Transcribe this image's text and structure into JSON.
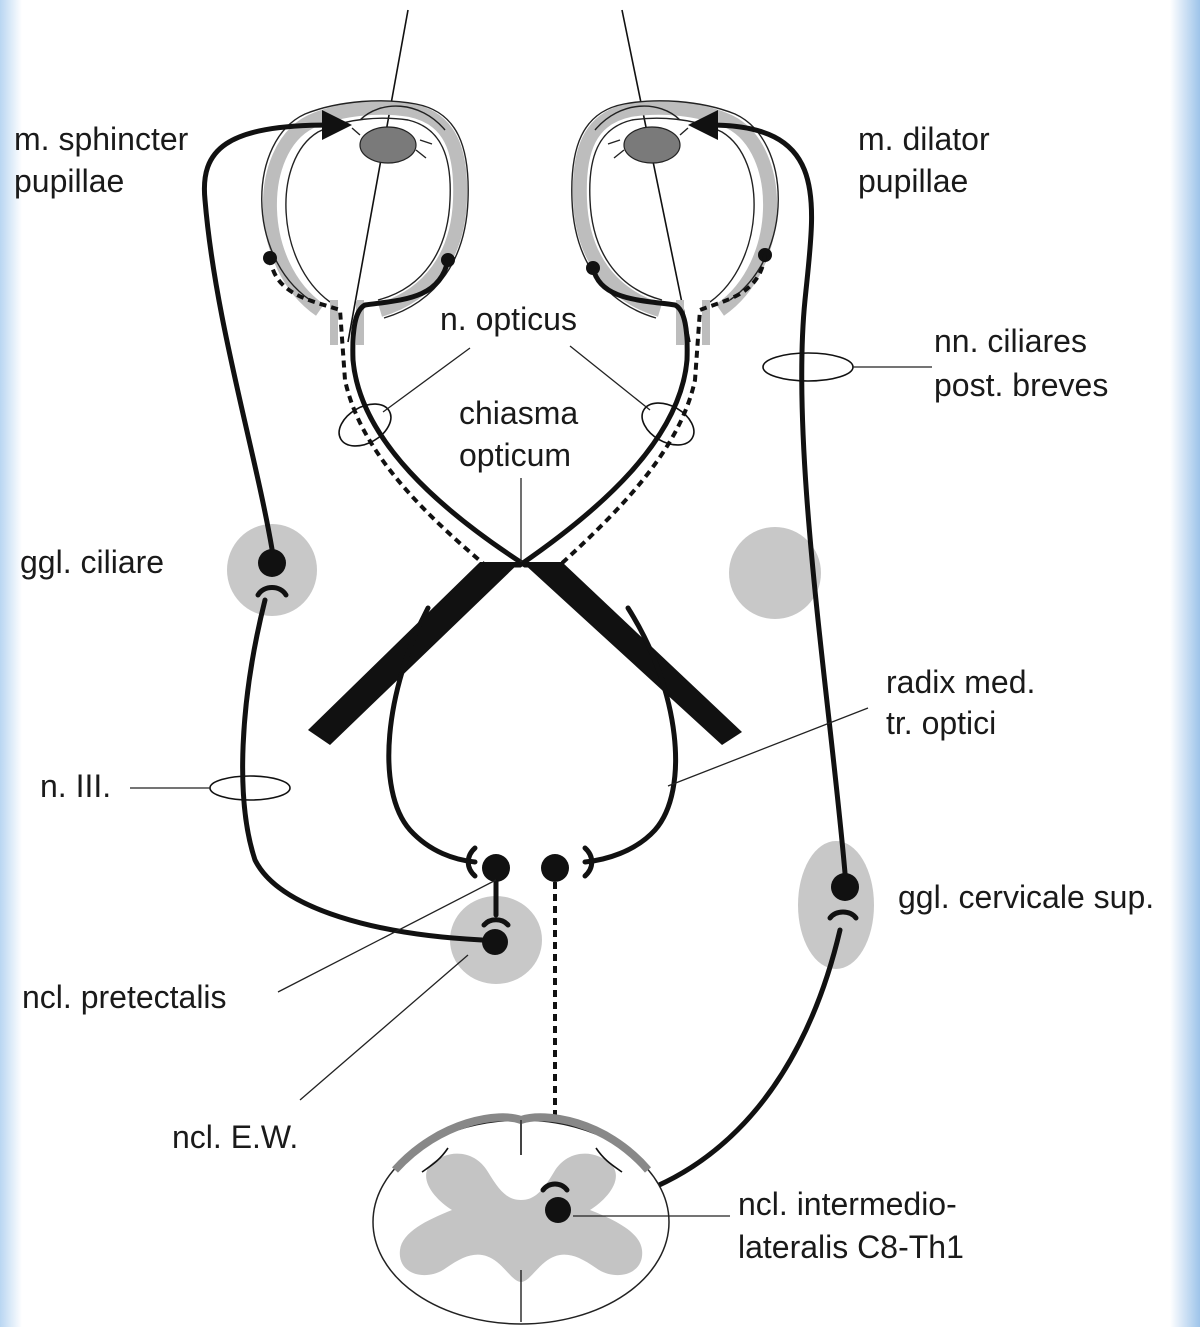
{
  "labels": {
    "sphincter_line1": "m. sphincter",
    "sphincter_line2": "pupillae",
    "dilator_line1": "m. dilator",
    "dilator_line2": "pupillae",
    "opticus": "n. opticus",
    "ciliares_line1": "nn. ciliares",
    "ciliares_line2": "post. breves",
    "chiasma_line1": "chiasma",
    "chiasma_line2": "opticum",
    "ggl_ciliare": "ggl. ciliare",
    "radix_line1": "radix med.",
    "radix_line2": "tr. optici",
    "n_iii": "n. III.",
    "ggl_cervicale": "ggl. cervicale sup.",
    "pretectalis": "ncl. pretectalis",
    "ew": "ncl. E.W.",
    "intermedio_line1": "ncl. intermedio-",
    "intermedio_line2": "lateralis C8-Th1"
  },
  "colors": {
    "nerve": "#111111",
    "nucleus_fill": "#c8c8c8",
    "eye_wall": "#bdbdbd",
    "background_edge": "#9ec4ea"
  }
}
